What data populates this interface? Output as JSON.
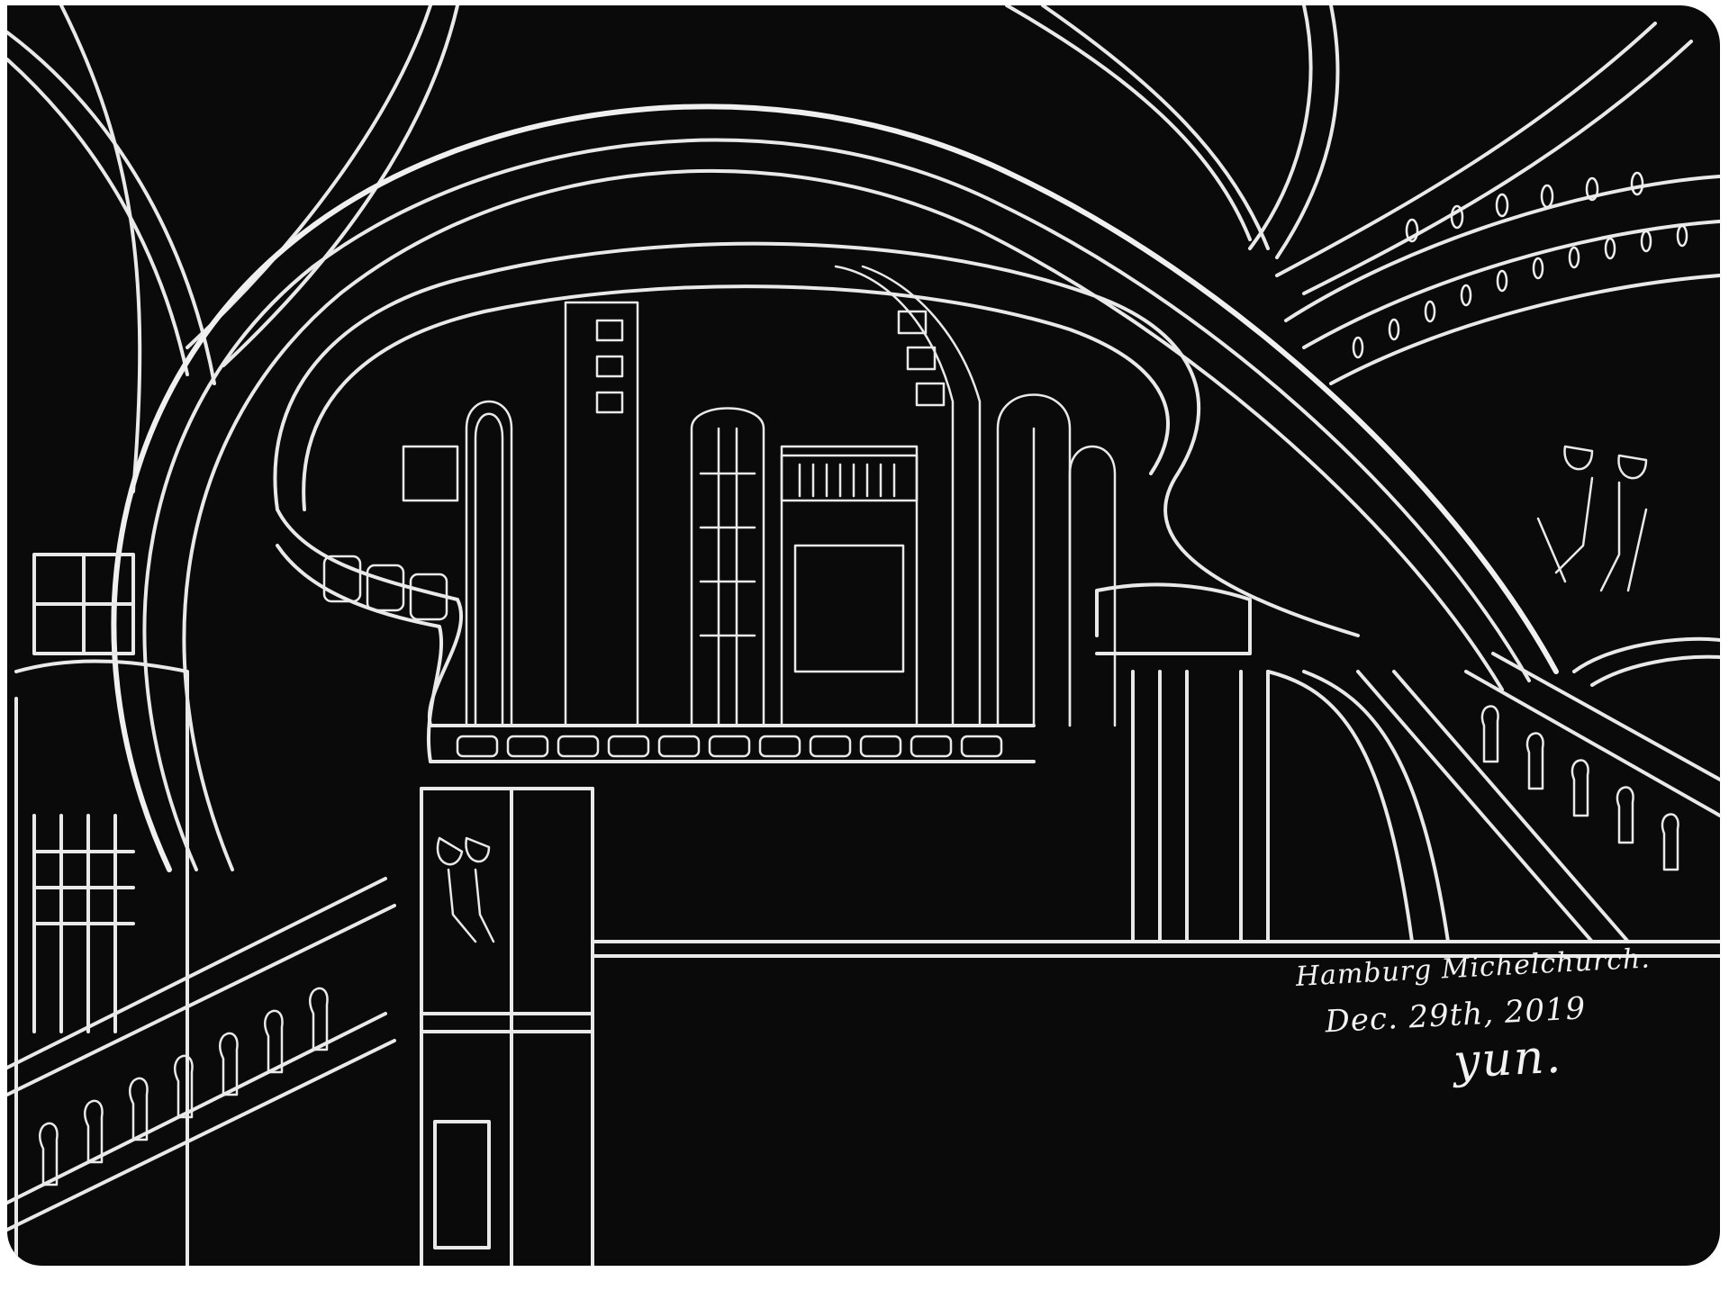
{
  "artwork": {
    "subject_icon": "white-ink-drawing-of-church-interior",
    "colors": {
      "paper": "#0a0a0a",
      "ink": "#e9e9e9",
      "margin": "#ffffff"
    }
  },
  "inscription": {
    "place": "Hamburg Michelchurch.",
    "date": "Dec. 29th, 2019",
    "signature": "yun."
  }
}
